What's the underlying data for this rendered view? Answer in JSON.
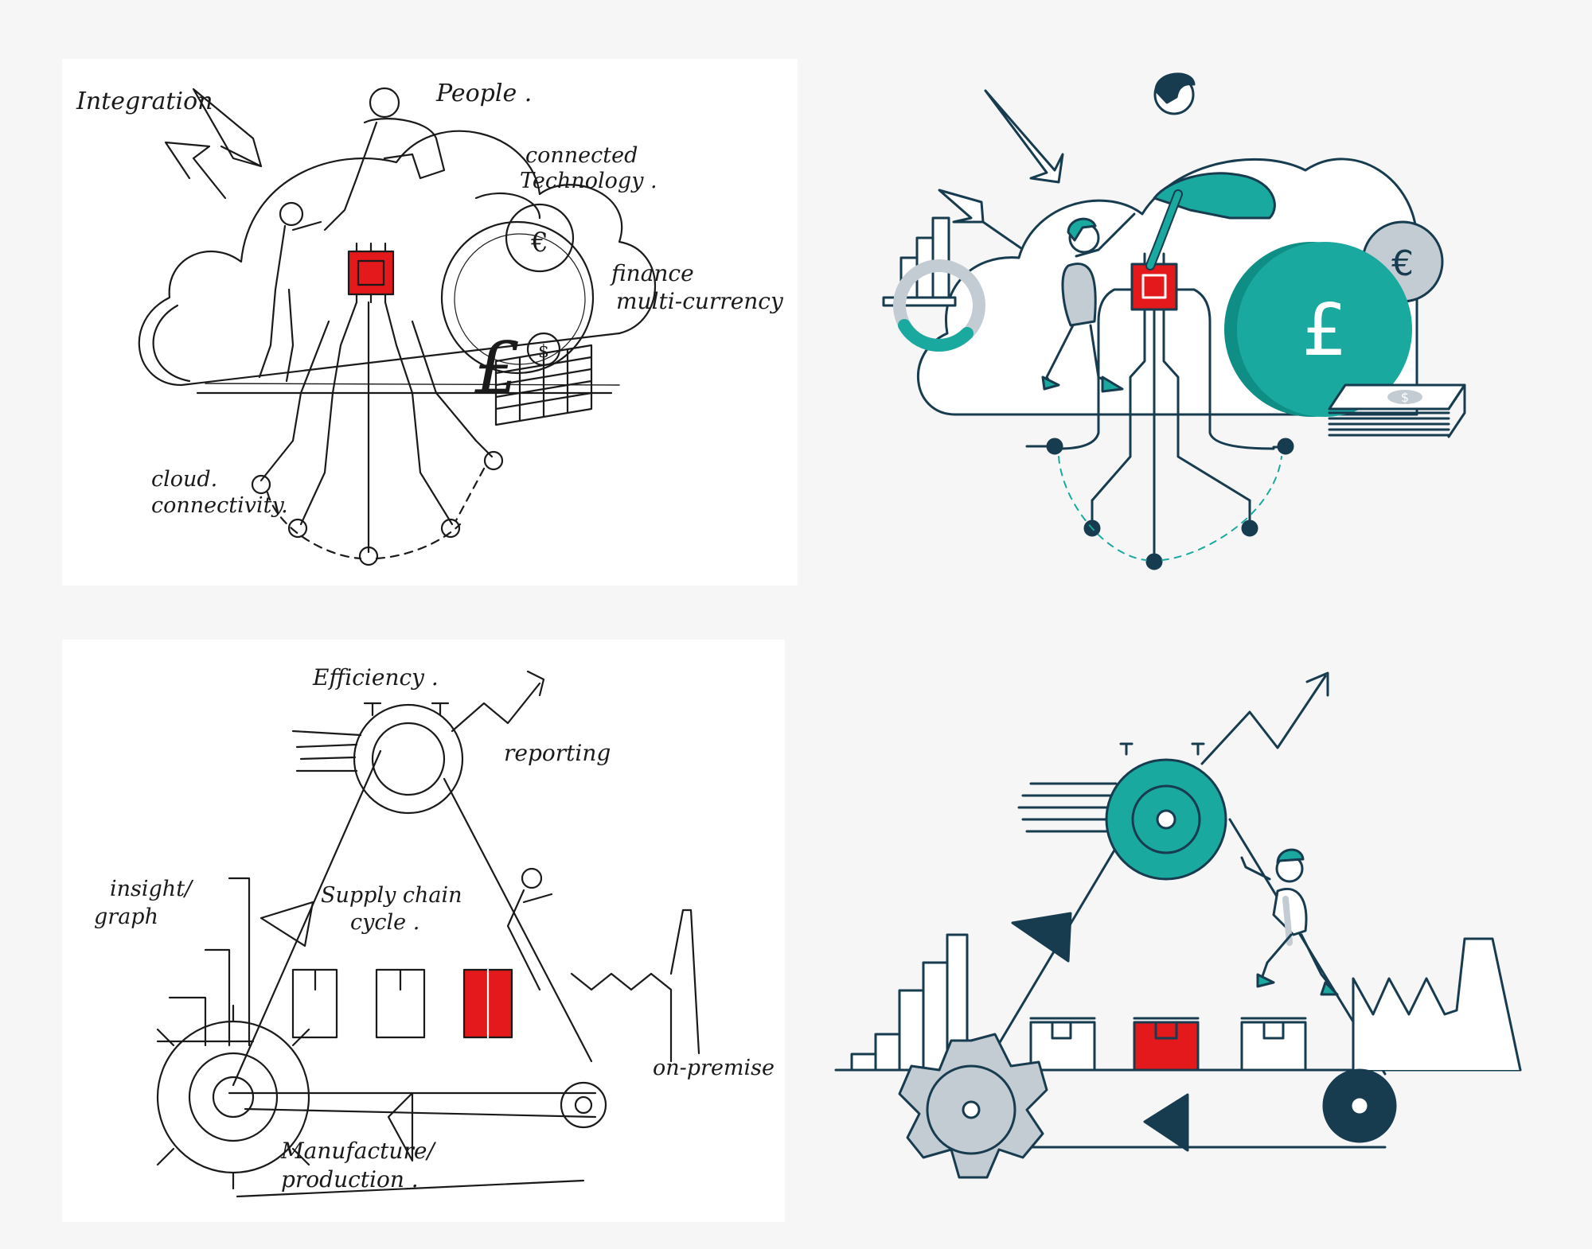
{
  "colors": {
    "background": "#f6f6f6",
    "paper": "#ffffff",
    "ink": "#1a1a1a",
    "navy": "#173b4f",
    "teal": "#1aa99f",
    "teal_light": "#9fd9d5",
    "grey": "#c3ccd3",
    "red": "#e3191b"
  },
  "sketch_top": {
    "labels": {
      "integration": "Integration",
      "people": "People .",
      "connected_1": "connected",
      "connected_2": "Technology .",
      "finance_1": "finance",
      "finance_2": "multi-currency",
      "cloud_1": "cloud.",
      "cloud_2": "connectivity.",
      "pound": "£",
      "euro": "€",
      "dollar": "$"
    }
  },
  "sketch_bottom": {
    "labels": {
      "efficiency": "Efficiency .",
      "reporting": "reporting",
      "insight_1": "insight/",
      "insight_2": "graph",
      "supply_1": "Supply chain",
      "supply_2": "cycle .",
      "on_premise": "on-premise",
      "manufacture_1": "Manufacture/",
      "manufacture_2": "production ."
    }
  },
  "final_top": {
    "pound": "£",
    "euro": "€",
    "dollar": "$"
  }
}
